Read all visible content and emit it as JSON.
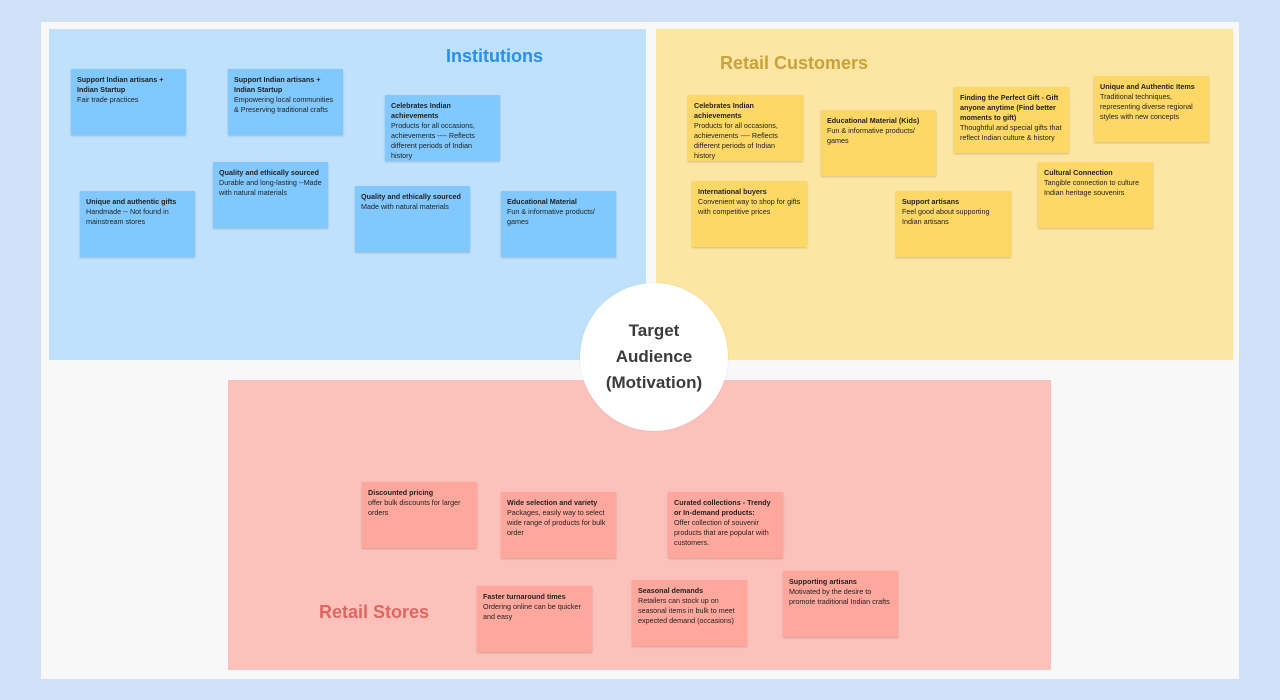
{
  "center": {
    "lines": [
      "Target",
      "Audience",
      "(Motivation)"
    ]
  },
  "zones": {
    "institutions": {
      "title": "Institutions",
      "notes": [
        {
          "title": "Support Indian artisans + Indian Startup",
          "body": "Fair trade practices"
        },
        {
          "title": "Support Indian artisans + Indian Startup",
          "body": "Empowering local communities & Preserving traditional crafts"
        },
        {
          "title": "Celebrates Indian achievements",
          "body": "Products for all occasions, achievements ---- Reflects different periods of Indian history"
        },
        {
          "title": "Quality and ethically sourced",
          "body": "Durable and long-lasting --Made with natural materials"
        },
        {
          "title": "Unique and authentic gifts",
          "body": "Handmade -- Not found in mainstream stores"
        },
        {
          "title": "Quality and ethically sourced",
          "body": "Made with natural materials"
        },
        {
          "title": "Educational Material",
          "body": "Fun & informative products/ games"
        }
      ]
    },
    "retail_customers": {
      "title": "Retail Customers",
      "notes": [
        {
          "title": "Celebrates Indian achievements",
          "body": "Products for all occasions, achievements ---- Reflects different periods of Indian history"
        },
        {
          "title": "Educational Material (Kids)",
          "body": "Fun & informative products/ games"
        },
        {
          "title": "Finding the Perfect Gift - Gift anyone anytime (Find better moments to gift)",
          "body": "Thoughtful and special gifts that reflect Indian culture & history"
        },
        {
          "title": "Unique and Authentic Items",
          "body": "Traditional techniques, representing diverse regional styles with new concepts"
        },
        {
          "title": "Cultural Connection",
          "body": "Tangible connection to culture Indian heritage souvenirs"
        },
        {
          "title": "International buyers",
          "body": "Convenient way to shop for gifts with competitive prices"
        },
        {
          "title": "Support artisans",
          "body": "Feel good about supporting Indian artisans"
        }
      ]
    },
    "retail_stores": {
      "title": "Retail Stores",
      "notes": [
        {
          "title": "Discounted pricing",
          "body": "offer bulk discounts for larger orders"
        },
        {
          "title": "Wide selection and variety",
          "body": "Packages, easily way to select wide range of products for bulk order"
        },
        {
          "title": "Curated collections - Trendy or In-demand products:",
          "body": "Offer collection of souvenir products that are popular with customers."
        },
        {
          "title": "Faster turnaround times",
          "body": "Ordering online can be quicker and easy"
        },
        {
          "title": "Seasonal demands",
          "body": "Retailers can stock up on seasonal items in bulk to meet expected demand (occasions)"
        },
        {
          "title": "Supporting artisans",
          "body": "Motivated by the desire to promote traditional Indian crafts"
        }
      ]
    }
  }
}
